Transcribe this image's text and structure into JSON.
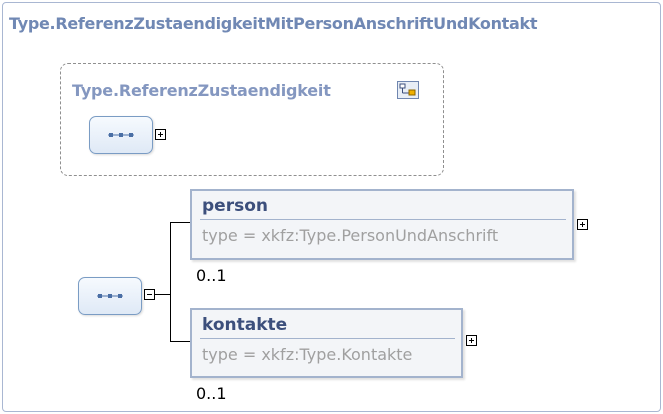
{
  "title": "Type.ReferenzZustaendigkeitMitPersonAnschriftUndKontakt",
  "base_type": {
    "name": "Type.ReferenzZustaendigkeit",
    "icon": "complex-type-icon"
  },
  "elements": [
    {
      "name": "person",
      "type": "type = xkfz:Type.PersonUndAnschrift",
      "cardinality": "0..1"
    },
    {
      "name": "kontakte",
      "type": "type = xkfz:Type.Kontakte",
      "cardinality": "0..1"
    }
  ]
}
